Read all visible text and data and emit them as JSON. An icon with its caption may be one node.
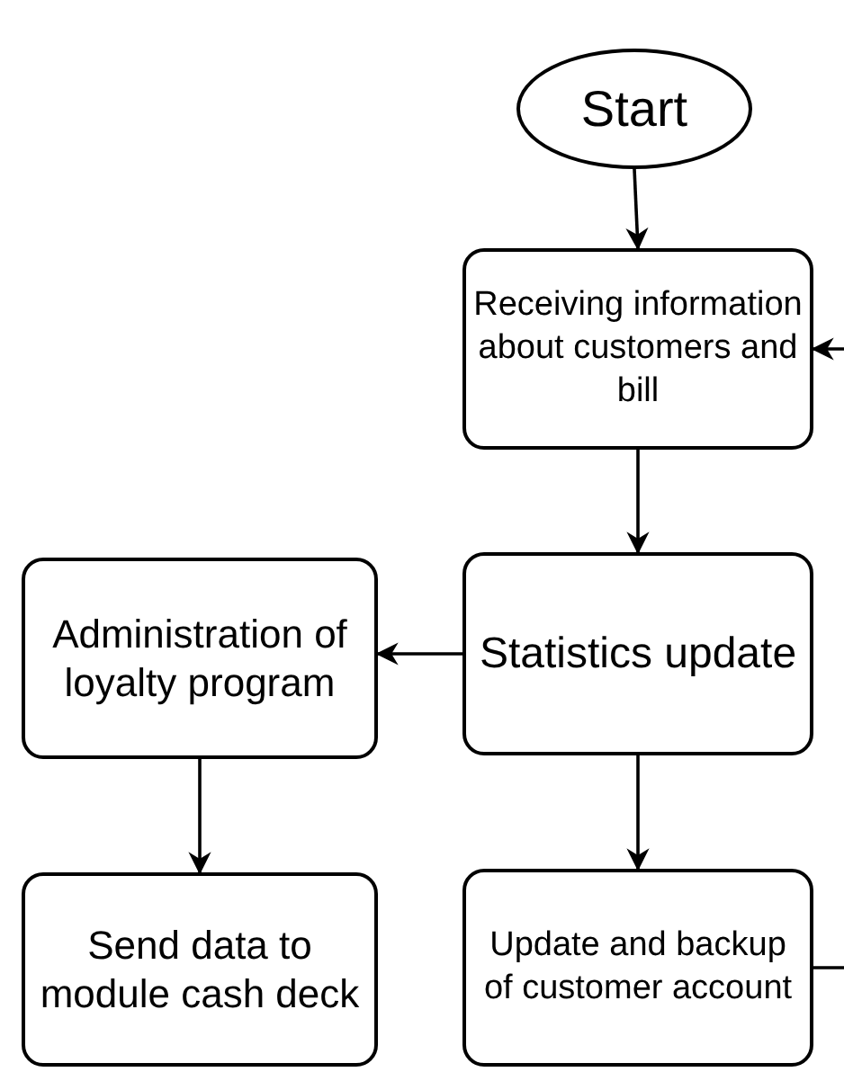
{
  "diagram": {
    "nodes": [
      {
        "text": [
          "Start"
        ]
      },
      {
        "text": [
          "Receiving information about customers and bill"
        ]
      },
      {
        "text": [
          "Statistics update"
        ]
      },
      {
        "text": [
          "Administration of loyalty program"
        ]
      },
      {
        "text": [
          "Send data to module cash deck"
        ]
      },
      {
        "text": [
          "Update and backup of customer account"
        ]
      }
    ],
    "edges": [
      {
        "from": 0,
        "to": 1,
        "arrow": "to"
      },
      {
        "from": 1,
        "to": 2,
        "arrow": "to"
      },
      {
        "from": 2,
        "to": 3,
        "arrow": "to"
      },
      {
        "from": 3,
        "to": 4,
        "arrow": "to"
      },
      {
        "from": 2,
        "to": 5,
        "arrow": "to"
      },
      {
        "from": null,
        "to": 1,
        "arrow": "to"
      },
      {
        "from": 5,
        "to": null,
        "arrow": "none"
      }
    ]
  }
}
